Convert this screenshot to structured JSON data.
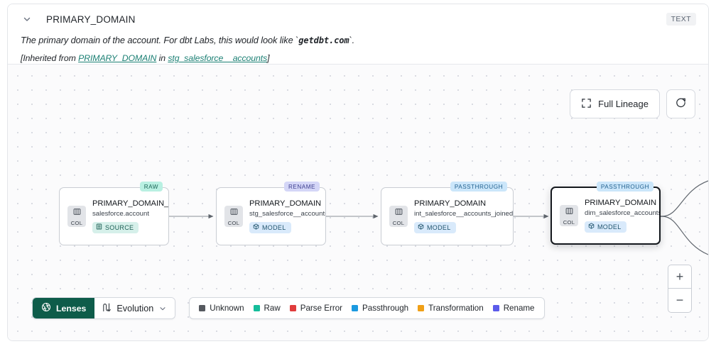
{
  "header": {
    "chevron_icon": "chevron-down-icon",
    "column_title": "PRIMARY_DOMAIN",
    "type_badge": "TEXT",
    "description_pre": "The primary domain of the account. For dbt Labs, this would look like `",
    "description_code": "getdbt.com",
    "description_post": "`.",
    "inherited_prefix": "[Inherited from ",
    "inherited_column_link": "PRIMARY_DOMAIN",
    "inherited_middle": " in ",
    "inherited_model_link": "stg_salesforce__accounts",
    "inherited_suffix": "]"
  },
  "controls": {
    "full_lineage_label": "Full Lineage",
    "full_lineage_icon": "expand-corners-icon",
    "refresh_icon": "refresh-icon",
    "zoom_in_label": "+",
    "zoom_out_label": "−"
  },
  "graph": {
    "nodes": [
      {
        "tag": "RAW",
        "tag_kind": "raw",
        "chip_label": "COL",
        "chip_icon": "columns-icon",
        "name": "PRIMARY_DOMAIN__C",
        "subtitle": "salesforce.account",
        "badge_label": "SOURCE",
        "badge_kind": "source",
        "badge_icon": "database-icon",
        "selected": false
      },
      {
        "tag": "RENAME",
        "tag_kind": "rename",
        "chip_label": "COL",
        "chip_icon": "columns-icon",
        "name": "PRIMARY_DOMAIN",
        "subtitle": "stg_salesforce__accounts",
        "badge_label": "MODEL",
        "badge_kind": "model",
        "badge_icon": "cube-icon",
        "selected": false
      },
      {
        "tag": "PASSTHROUGH",
        "tag_kind": "passthrough",
        "chip_label": "COL",
        "chip_icon": "columns-icon",
        "name": "PRIMARY_DOMAIN",
        "subtitle": "int_salesforce__accounts_joined",
        "badge_label": "MODEL",
        "badge_kind": "model",
        "badge_icon": "cube-icon",
        "selected": false
      },
      {
        "tag": "PASSTHROUGH",
        "tag_kind": "passthrough",
        "chip_label": "COL",
        "chip_icon": "columns-icon",
        "name": "PRIMARY_DOMAIN",
        "subtitle": "dim_salesforce_accounts",
        "badge_label": "MODEL",
        "badge_kind": "model",
        "badge_icon": "cube-icon",
        "selected": true
      }
    ]
  },
  "toolbar": {
    "lenses_label": "Lenses",
    "lenses_icon": "aperture-icon",
    "evolution_label": "Evolution",
    "evolution_icon": "evolution-icon",
    "evolution_chevron_icon": "chevron-down-icon",
    "legend": [
      {
        "label": "Unknown",
        "color": "#55595f"
      },
      {
        "label": "Raw",
        "color": "#15bd9b"
      },
      {
        "label": "Parse Error",
        "color": "#e03c3c"
      },
      {
        "label": "Passthrough",
        "color": "#1b9ae0"
      },
      {
        "label": "Transformation",
        "color": "#f0a017"
      },
      {
        "label": "Rename",
        "color": "#5b5bea"
      }
    ]
  }
}
